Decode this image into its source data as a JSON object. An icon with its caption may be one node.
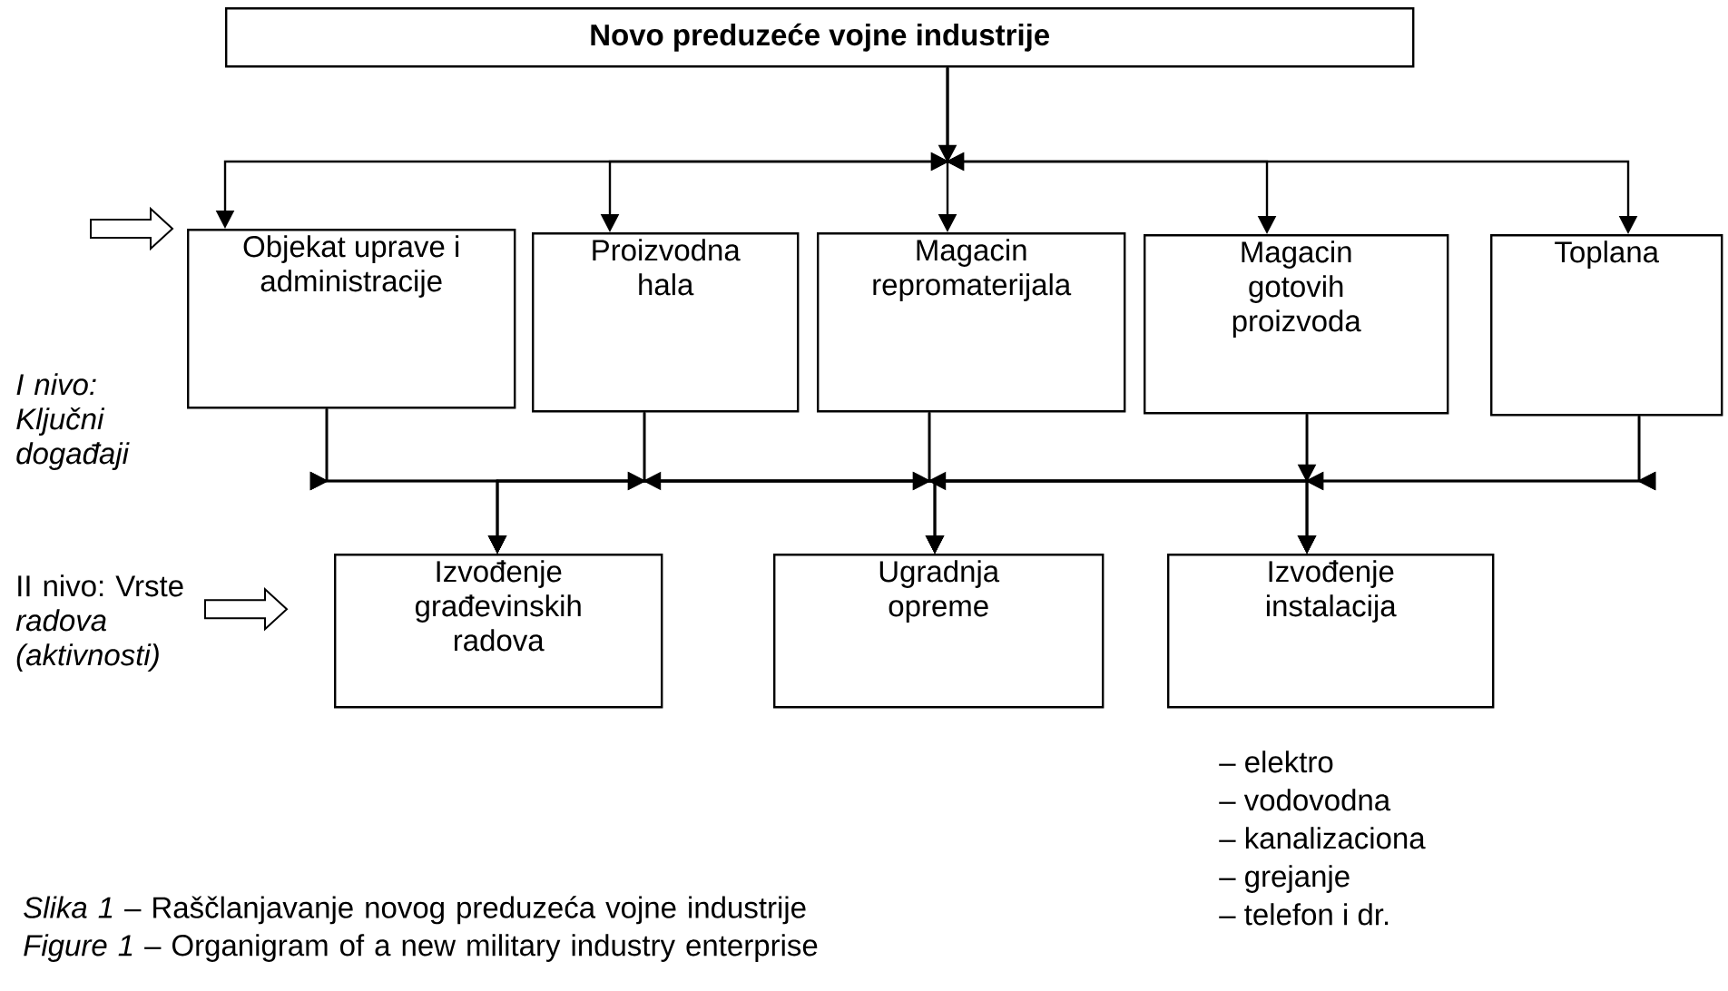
{
  "diagram": {
    "nodes": [
      {
        "text": [
          "Novo preduzeće vojne industrije"
        ]
      },
      {
        "text": [
          "Objekat uprave i administracije"
        ]
      },
      {
        "text": [
          "Proizvodna hala"
        ]
      },
      {
        "text": [
          "Magacin repromaterijala"
        ]
      },
      {
        "text": [
          "Magacin gotovih proizvoda"
        ]
      },
      {
        "text": [
          "Toplana"
        ]
      },
      {
        "text": [
          "Izvođenje građevinskih radova"
        ]
      },
      {
        "text": [
          "Ugradnja opreme"
        ]
      },
      {
        "text": [
          "Izvođenje instalacija"
        ],
        "beside": [
          "– elektro",
          "– vodovodna",
          "– kanalizaciona",
          "– grejanje",
          "– telefon i dr."
        ]
      }
    ],
    "edges": [
      {
        "from": 0,
        "to": 1,
        "arrow": "to"
      },
      {
        "from": 0,
        "to": 2,
        "arrow": "to"
      },
      {
        "from": 0,
        "to": 3,
        "arrow": "to"
      },
      {
        "from": 0,
        "to": 4,
        "arrow": "to"
      },
      {
        "from": 0,
        "to": 5,
        "arrow": "to"
      },
      {
        "from": 1,
        "to": 6,
        "arrow": "to"
      },
      {
        "from": 1,
        "to": 7,
        "arrow": "to"
      },
      {
        "from": 1,
        "to": 8,
        "arrow": "to"
      },
      {
        "from": 2,
        "to": 6,
        "arrow": "to"
      },
      {
        "from": 2,
        "to": 7,
        "arrow": "to"
      },
      {
        "from": 2,
        "to": 8,
        "arrow": "to"
      },
      {
        "from": 3,
        "to": 6,
        "arrow": "to"
      },
      {
        "from": 3,
        "to": 7,
        "arrow": "to"
      },
      {
        "from": 3,
        "to": 8,
        "arrow": "to"
      },
      {
        "from": 4,
        "to": 6,
        "arrow": "to"
      },
      {
        "from": 4,
        "to": 7,
        "arrow": "to"
      },
      {
        "from": 4,
        "to": 8,
        "arrow": "to"
      },
      {
        "from": 5,
        "to": 6,
        "arrow": "to"
      },
      {
        "from": 5,
        "to": 7,
        "arrow": "to"
      },
      {
        "from": 5,
        "to": 8,
        "arrow": "to"
      },
      {
        "from": null,
        "to": 1,
        "arrow": "to"
      },
      {
        "from": null,
        "to": 6,
        "arrow": "to"
      }
    ],
    "labels": [
      "I nivo: Ključni događaji",
      "II nivo: Vrste *radova (aktivnosti)*",
      "*Slika 1* – Raščlanjavanje novog preduzeća vojne industrije",
      "*Figure 1* – Organigram of a new military industry enterprise"
    ]
  }
}
